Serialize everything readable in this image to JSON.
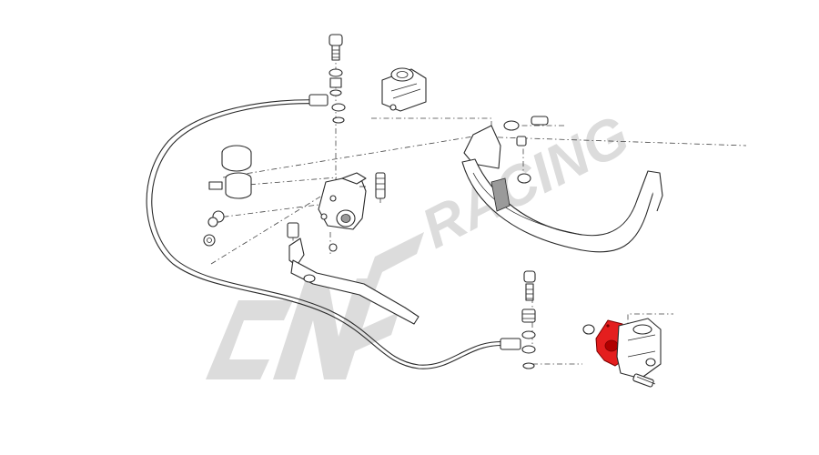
{
  "watermark": {
    "brand": "CNC",
    "tagline": "RACING"
  },
  "colors": {
    "highlight": "#e41e1e",
    "line": "#2a2a2a",
    "watermark": "#dcdcdc",
    "background": "#ffffff"
  },
  "highlighted_part": "clutch-slave-cylinder-cover"
}
